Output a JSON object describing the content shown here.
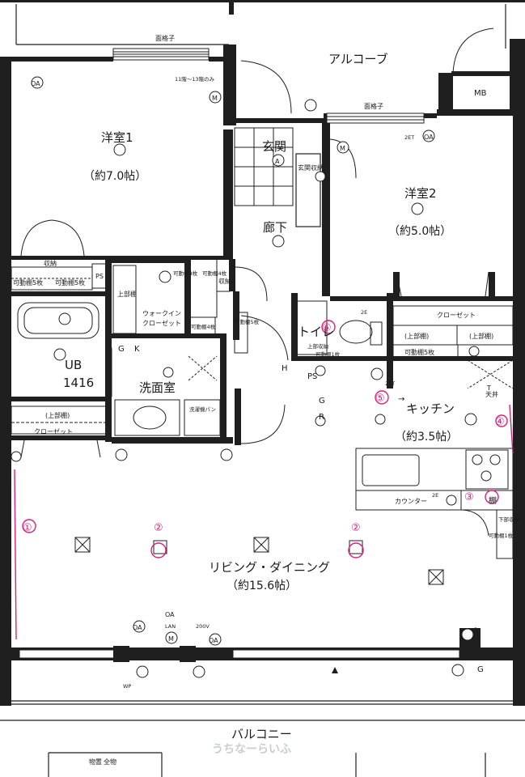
{
  "rooms": {
    "alcove": "アルコーブ",
    "western1": "洋室1",
    "western1_size": "（約7.0帖）",
    "entrance": "玄関",
    "shoe_storage": "玄関収納",
    "western2": "洋室2",
    "western2_size": "（約5.0帖）",
    "hallway": "廊下",
    "toilet": "トイレ",
    "walk_in": "ウォークイン",
    "walk_in_2": "クローゼット",
    "washroom": "洗面室",
    "ub": "UB",
    "ub_size": "1416",
    "kitchen": "キッチン",
    "kitchen_size": "（約3.5帖）",
    "living": "リビング・ダイニング",
    "living_size": "（約15.6帖）",
    "balcony": "バルコニー"
  },
  "labels": {
    "lattice_top": "面格子",
    "lattice_note": "11階〜13階のみ",
    "lattice_w2": "面格子",
    "mb": "MB",
    "storage": "収納",
    "movable_shelf_5": "可動棚5枚",
    "movable_shelf_5b": "可動棚5枚",
    "ps": "PS",
    "ps2": "PS",
    "upper_shelf": "上部棚",
    "upper_shelf_k1": "(上部棚)",
    "upper_shelf_k2": "(上部棚)",
    "upper_shelf_ub": "(上部棚)",
    "closet": "クローゼット",
    "closet_k": "クローゼット",
    "wic_shelf_4": "可動棚4枚",
    "wic_shelf_4b": "可動棚4枚",
    "wic_shelf_4c": "可動棚4枚",
    "hall_shelf_5": "可動棚5枚",
    "hall_storage": "収納",
    "toilet_storage": "上部収納",
    "toilet_shelf": "可動棚1枚",
    "k_shelf_5": "可動棚5枚",
    "washer_pan": "洗濯機パン",
    "counter": "カウンター",
    "shelf": "棚",
    "lower_storage": "下部収納",
    "lower_shelf": "可動棚1枚",
    "ceiling": "天井",
    "store_room": "物置",
    "store_room_2": "全物",
    "g": "G",
    "k": "K",
    "h": "H",
    "r": "R",
    "g2": "G",
    "g3": "G",
    "oa1": "OA",
    "oa2": "OA",
    "oa3": "OA",
    "oa4": "OA",
    "oa5": "OA",
    "lan": "LAN",
    "m1": "M",
    "m2": "M",
    "m3": "M",
    "v200": "200V",
    "a": "A",
    "tp": "T",
    "two_e": "2E",
    "two_e2": "2E",
    "two_e3": "2ET",
    "two_e4": "2ET",
    "wp": "WP",
    "three": "3",
    "arrow": "→",
    "watermark": "うちなーらいふ"
  },
  "annotations": {
    "a1": "①",
    "a2": "②",
    "a2b": "②",
    "a3": "③",
    "a5": "⑤",
    "a6": "⑥",
    "a4": "④"
  },
  "colors": {
    "wall": "#1f1f1f",
    "annotation": "#d9207a",
    "paper": "#ffffff"
  }
}
